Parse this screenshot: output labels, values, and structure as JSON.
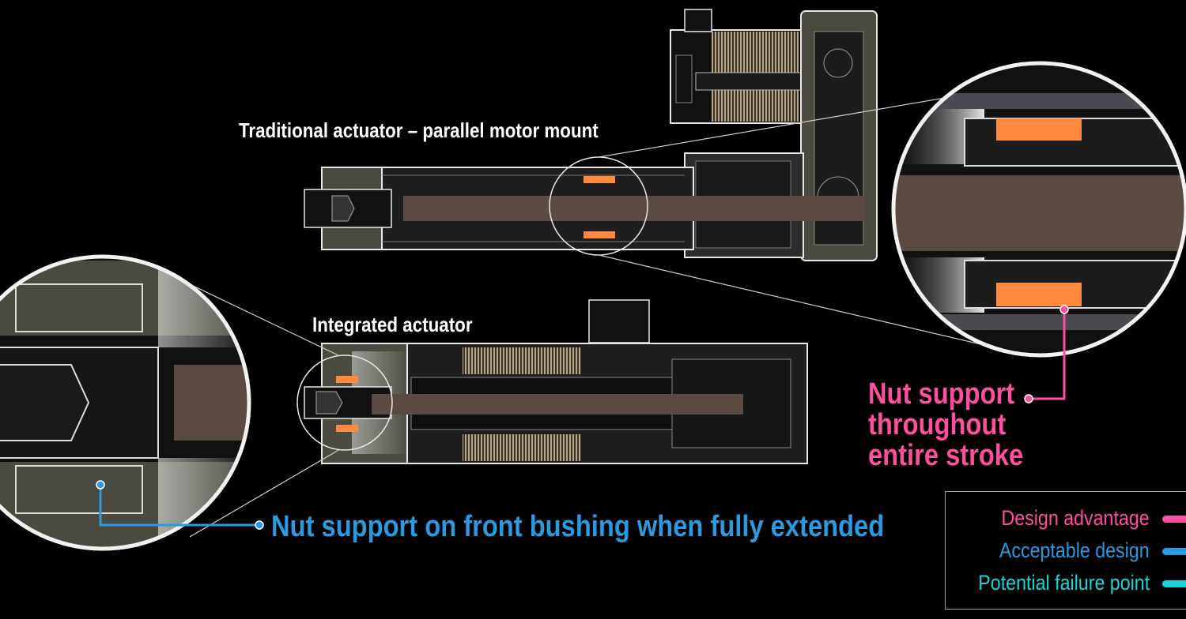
{
  "labels": {
    "traditional": "Traditional actuator – parallel motor mount",
    "integrated": "Integrated actuator",
    "callout_pink": "Nut support\nthroughout\nentire stroke",
    "callout_blue": "Nut support on front bushing when fully extended"
  },
  "legend": [
    {
      "label": "Design advantage",
      "color": "#ff4fa0"
    },
    {
      "label": "Acceptable design",
      "color": "#2a9be0"
    },
    {
      "label": "Potential failure point",
      "color": "#19d6d6"
    }
  ],
  "colors": {
    "background": "#000000",
    "outline": "#e8e8e8",
    "screw": "#5a4a42",
    "nut": "#ff8a3d",
    "housing": "#4a4a40",
    "housing_dark": "#1f1f1f",
    "pink": "#ff4fa0",
    "blue": "#2a9be0"
  }
}
